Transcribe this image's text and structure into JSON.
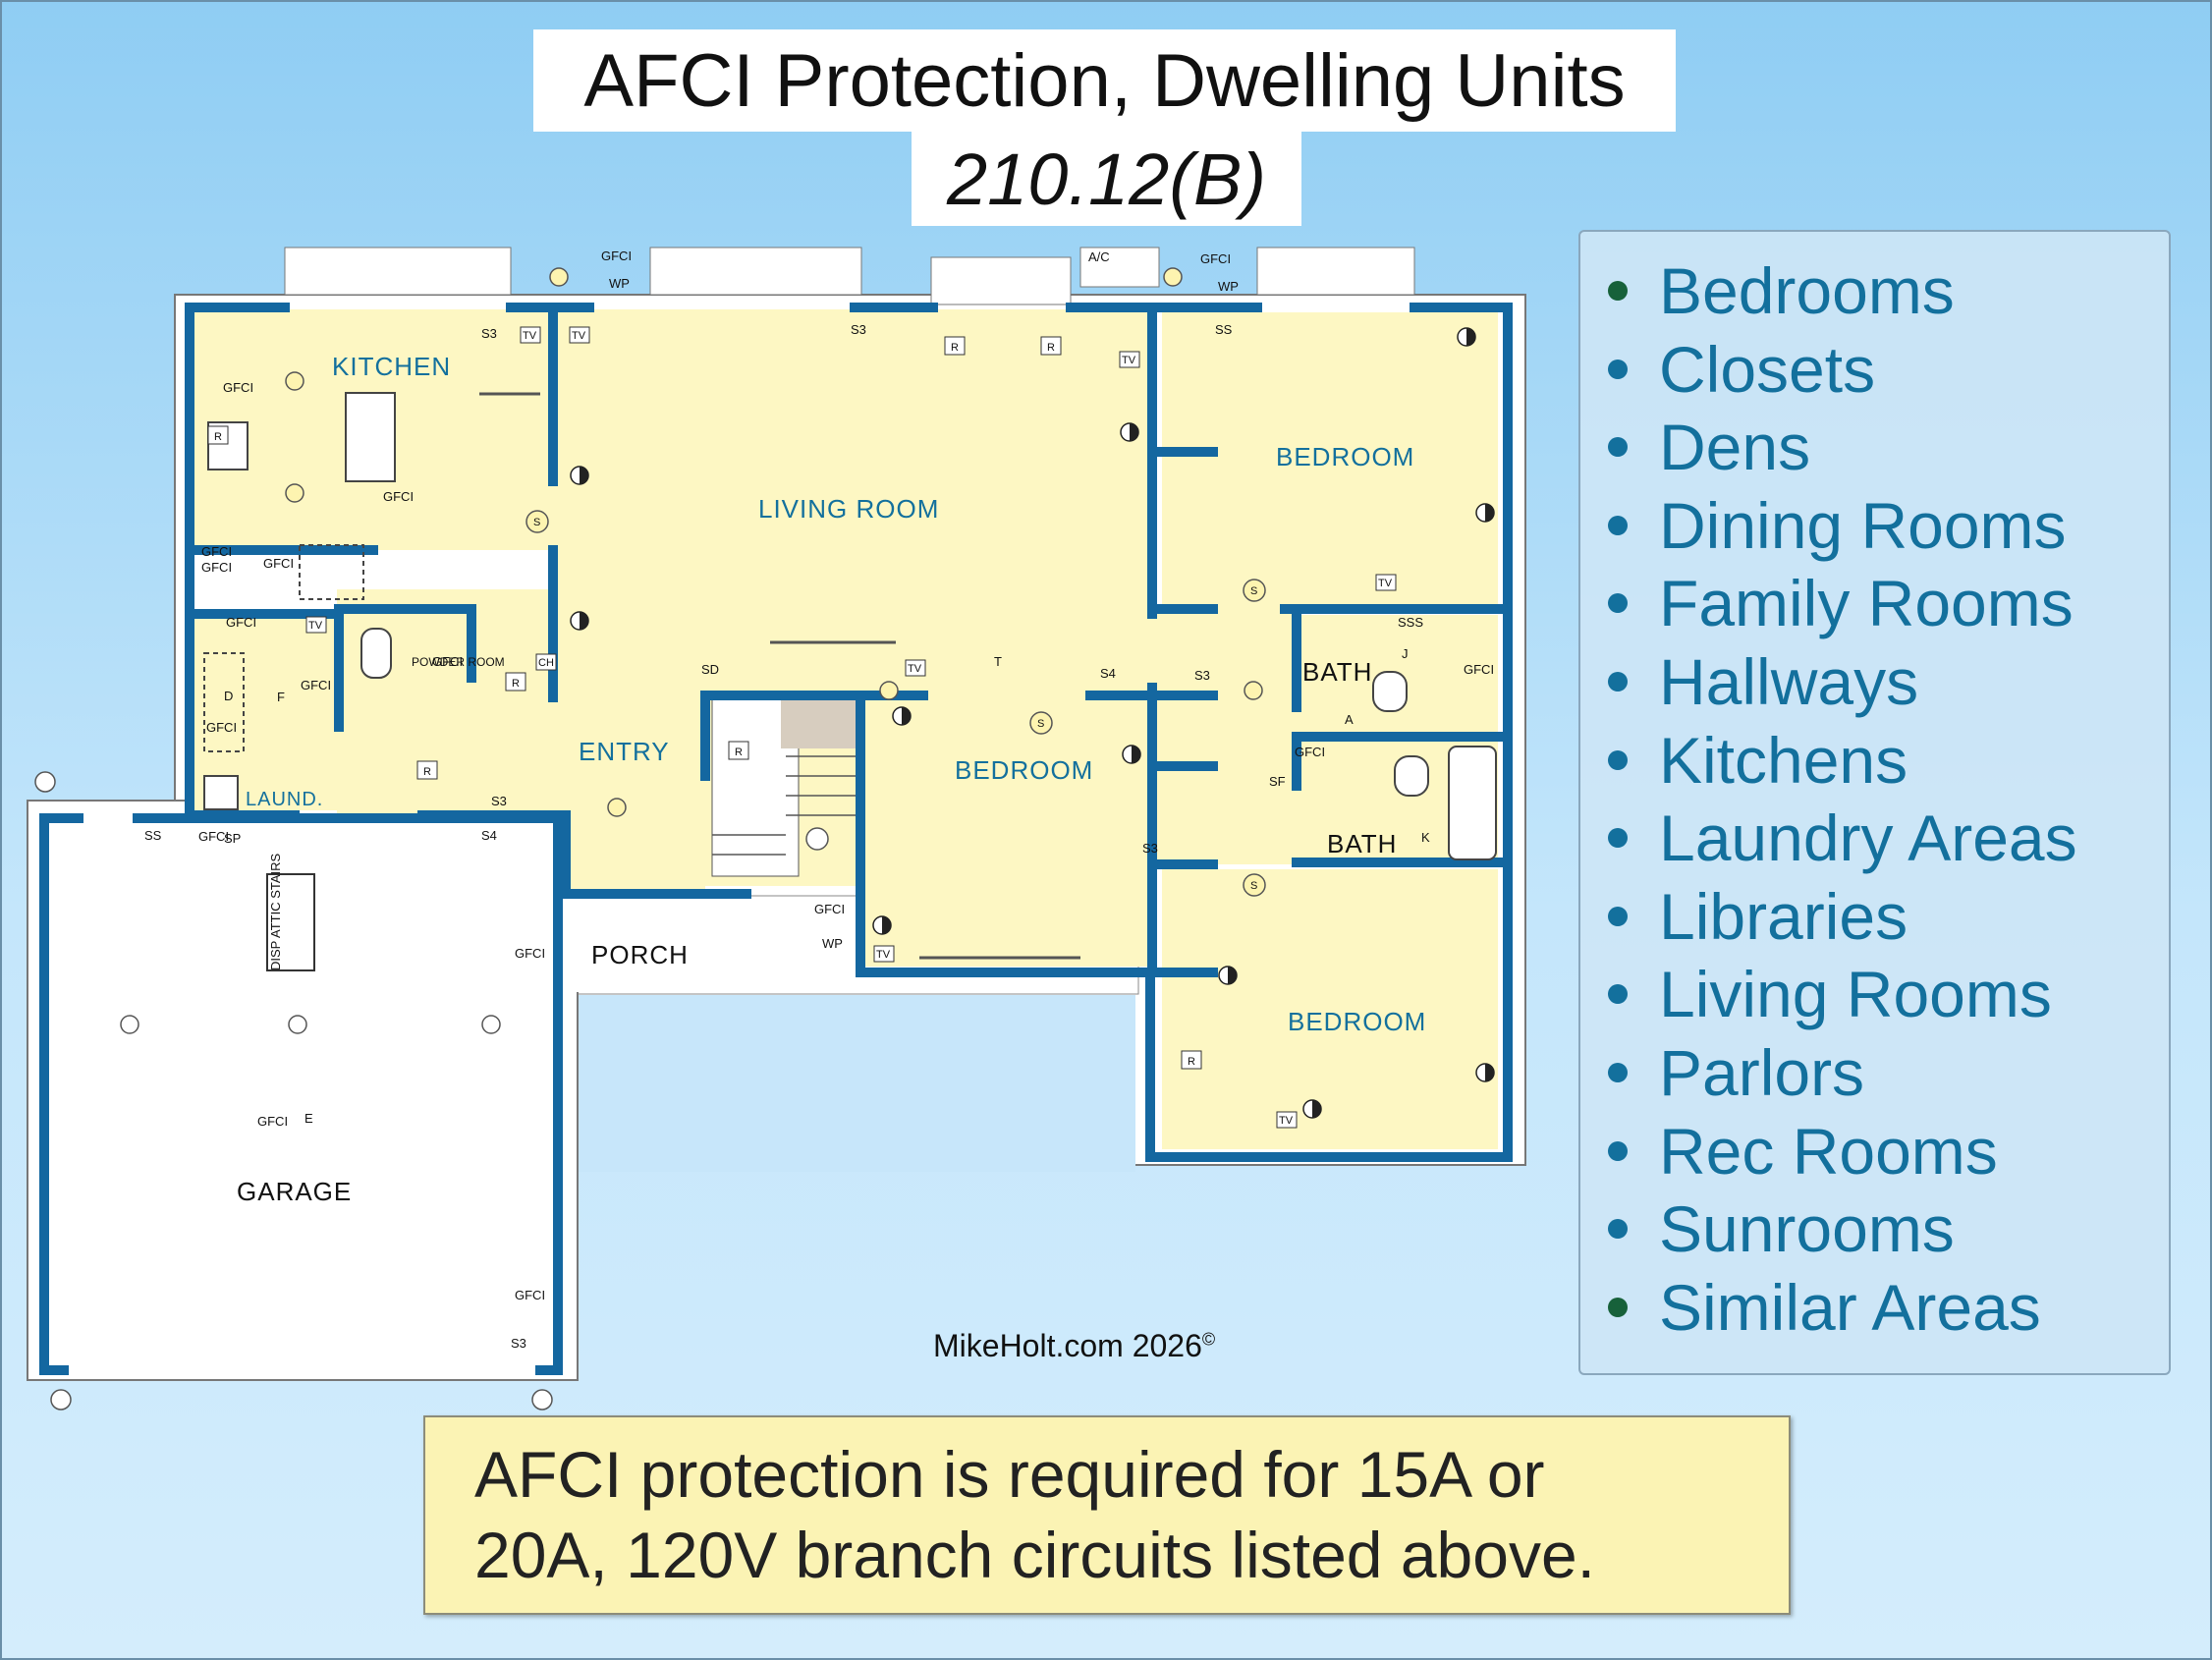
{
  "title": "AFCI Protection, Dwelling Units",
  "subtitle": "210.12(B)",
  "rooms": {
    "kitchen": "KITCHEN",
    "living_room": "LIVING ROOM",
    "bedroom_1": "BEDROOM",
    "bedroom_2": "BEDROOM",
    "bedroom_3": "BEDROOM",
    "bath_1": "BATH",
    "bath_2": "BATH",
    "entry": "ENTRY",
    "laundry": "LAUND.",
    "powder_room": "POWDER ROOM",
    "porch": "PORCH",
    "garage": "GARAGE",
    "attic_stairs": "DISP ATTIC STAIRS"
  },
  "symbols": {
    "gfci": "GFCI",
    "tv": "TV",
    "wp": "WP",
    "ac": "A/C",
    "ch": "CH",
    "r": "R",
    "s": "S",
    "f": "F",
    "d": "D",
    "t": "T",
    "switch_3": "S3",
    "switch_d": "SD",
    "switch_4": "S4",
    "switch_p": "SP",
    "switch_f": "SF",
    "sss": "SSS",
    "ss": "SS",
    "e": "E",
    "j": "J",
    "k": "K",
    "a_mark": "A",
    "a": "a"
  },
  "areas": [
    "Bedrooms",
    "Closets",
    "Dens",
    "Dining Rooms",
    "Family Rooms",
    "Hallways",
    "Kitchens",
    "Laundry Areas",
    "Libraries",
    "Living Rooms",
    "Parlors",
    "Rec Rooms",
    "Sunrooms",
    "Similar Areas"
  ],
  "colors": {
    "bullet": "#13709d",
    "bullet_dark": "#17613a",
    "wall": "#1467a0",
    "floor": "#fdf7c3",
    "label": "#13709d"
  },
  "note": {
    "line1": "AFCI protection is required for 15A or",
    "line2": "20A, 120V branch circuits listed above."
  },
  "credit": {
    "text": "MikeHolt.com 2026",
    "mark": "©"
  }
}
